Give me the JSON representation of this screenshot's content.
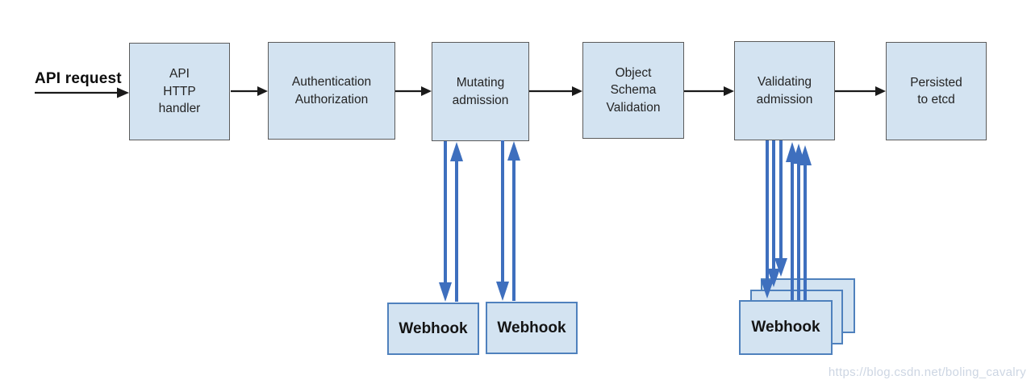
{
  "flow": {
    "request_label": "API request",
    "nodes": [
      {
        "label": "API\nHTTP\nhandler"
      },
      {
        "label": "Authentication\nAuthorization"
      },
      {
        "label": "Mutating\nadmission"
      },
      {
        "label": "Object\nSchema\nValidation"
      },
      {
        "label": "Validating\nadmission"
      },
      {
        "label": "Persisted\nto etcd"
      }
    ],
    "mutating_webhooks": [
      {
        "label": "Webhook"
      },
      {
        "label": "Webhook"
      }
    ],
    "validating_webhooks": [
      {
        "label": "Webhook"
      }
    ],
    "validating_webhook_stack_count": 3
  },
  "colors": {
    "box_fill": "#d3e3f1",
    "process_box_border": "#5b5b5b",
    "webhook_box_border": "#4f81bd",
    "flow_arrow_black": "#1a1a1a",
    "webhook_arrow_blue": "#3e6fbe",
    "watermark_text": "#cdd6e3"
  },
  "watermark": "https://blog.csdn.net/boling_cavalry"
}
